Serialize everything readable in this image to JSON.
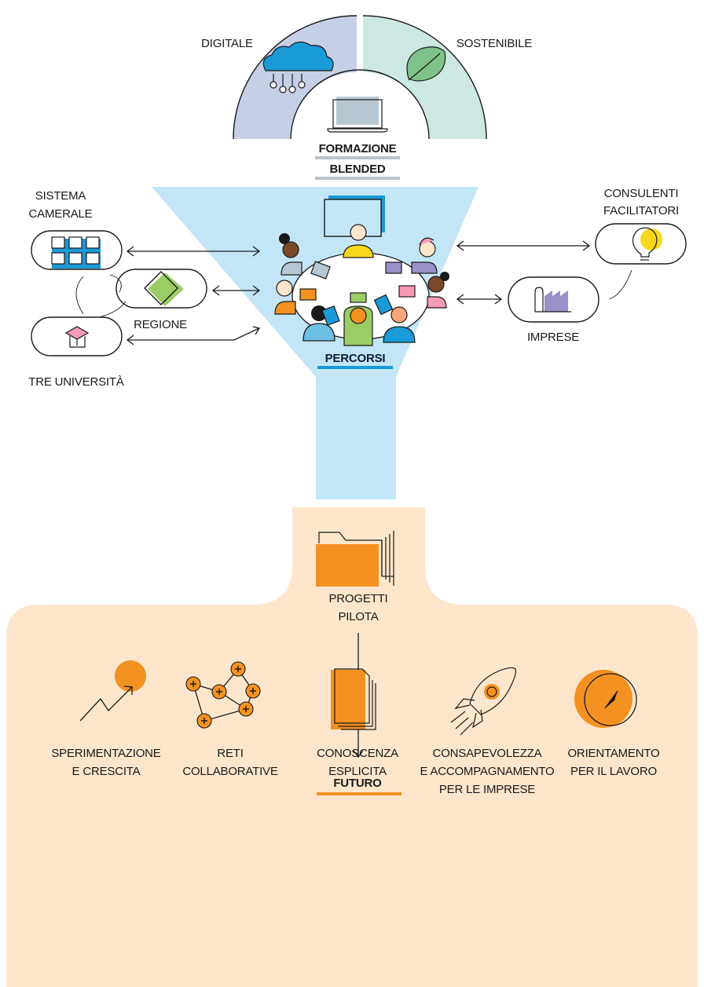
{
  "top": {
    "left_label": "DIGITALE",
    "right_label": "SOSTENIBILE",
    "center_label_line1": "FORMAZIONE",
    "center_label_line2": "BLENDED"
  },
  "left": {
    "sistema_line1": "SISTEMA",
    "sistema_line2": "CAMERALE",
    "regione": "REGIONE",
    "universita": "TRE UNIVERSITÀ"
  },
  "right": {
    "consulenti_line1": "CONSULENTI",
    "consulenti_line2": "FACILITATORI",
    "imprese": "IMPRESE"
  },
  "center": {
    "percorsi": "PERCORSI"
  },
  "pilot": {
    "line1": "PROGETTI",
    "line2": "PILOTA"
  },
  "future": {
    "title": "FUTURO",
    "outcomes": [
      {
        "line1": "SPERIMENTAZIONE",
        "line2": "E CRESCITA",
        "line3": ""
      },
      {
        "line1": "RETI",
        "line2": "COLLABORATIVE",
        "line3": ""
      },
      {
        "line1": "CONOSCENZA",
        "line2": "ESPLICITA",
        "line3": ""
      },
      {
        "line1": "CONSAPEVOLEZZA",
        "line2": "E ACCOMPAGNAMENTO",
        "line3": "PER LE IMPRESE"
      },
      {
        "line1": "ORIENTAMENTO",
        "line2": "PER IL LAVORO",
        "line3": ""
      }
    ]
  },
  "colors": {
    "funnel": "#c3e6f7",
    "peach": "#fde6cc",
    "orange": "#f39121",
    "blue_accent": "#1a9ad6",
    "green": "#9ccc65",
    "pink": "#f59bb6",
    "purple": "#9a8fc8",
    "yellow": "#f9d71c",
    "digitale_bg": "#c5cfe6",
    "sostenibile_bg": "#cde7e2",
    "gray_line": "#b9c3cb"
  }
}
